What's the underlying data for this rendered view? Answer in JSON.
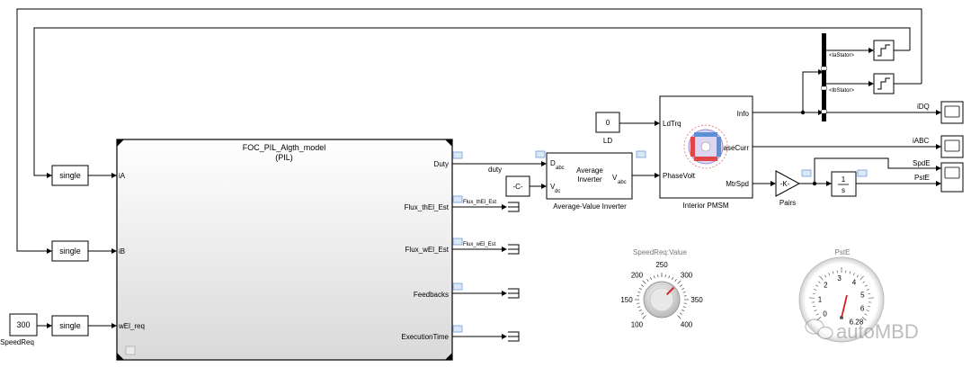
{
  "main_subsystem": {
    "title": "FOC_PIL_Algth_model",
    "subtitle": "(PIL)",
    "in_ports": [
      "iA",
      "iB",
      "wEl_req"
    ],
    "out_ports": [
      "Duty",
      "Flux_thEl_Est",
      "Flux_wEl_Est",
      "Feedbacks",
      "ExecutionTime"
    ]
  },
  "convert_blocks": [
    "single",
    "single",
    "single"
  ],
  "speed_const": {
    "value": "300",
    "label": "SpeedReq"
  },
  "signals": {
    "duty": "duty",
    "flux_thel": "Flux_thEl_Est",
    "flux_wel": "Flux_wEl_Est",
    "ia_stator": "<IaStator>",
    "ib_stator": "<IbStator>",
    "idq": "iDQ",
    "iabc": "iABC",
    "spde": "SpdE",
    "pste": "PstE"
  },
  "constant_c": "-C-",
  "inverter": {
    "title_line1": "Average",
    "title_line2": "Inverter",
    "in1": "D",
    "in1_sub": "abc",
    "in2": "V",
    "in2_sub": "dc",
    "out": "V",
    "out_sub": "abc",
    "label": "Average-Value Inverter"
  },
  "ld_const": {
    "value": "0",
    "label": "LD"
  },
  "pmsm": {
    "in_ports": [
      "LdTrq",
      "PhaseVolt"
    ],
    "out_ports": [
      "Info",
      "PhaseCurr",
      "MtrSpd"
    ],
    "label": "Interior PMSM"
  },
  "gain": {
    "value": "-K-",
    "label": "Pairs"
  },
  "integrator": {
    "num": "1",
    "den": "s"
  },
  "knob": {
    "title": "SpeedReq:Value",
    "ticks": [
      "100",
      "150",
      "200",
      "250",
      "300",
      "350",
      "400"
    ]
  },
  "gauge": {
    "title": "PstE",
    "ticks": [
      "0",
      "1",
      "2",
      "3",
      "4",
      "5",
      "6",
      "6.28"
    ]
  },
  "watermark": "autoMBD",
  "colors": {
    "knob_needle": "#d22222",
    "gauge_needle": "#d22222",
    "port_badge": "#8fb7e3"
  }
}
